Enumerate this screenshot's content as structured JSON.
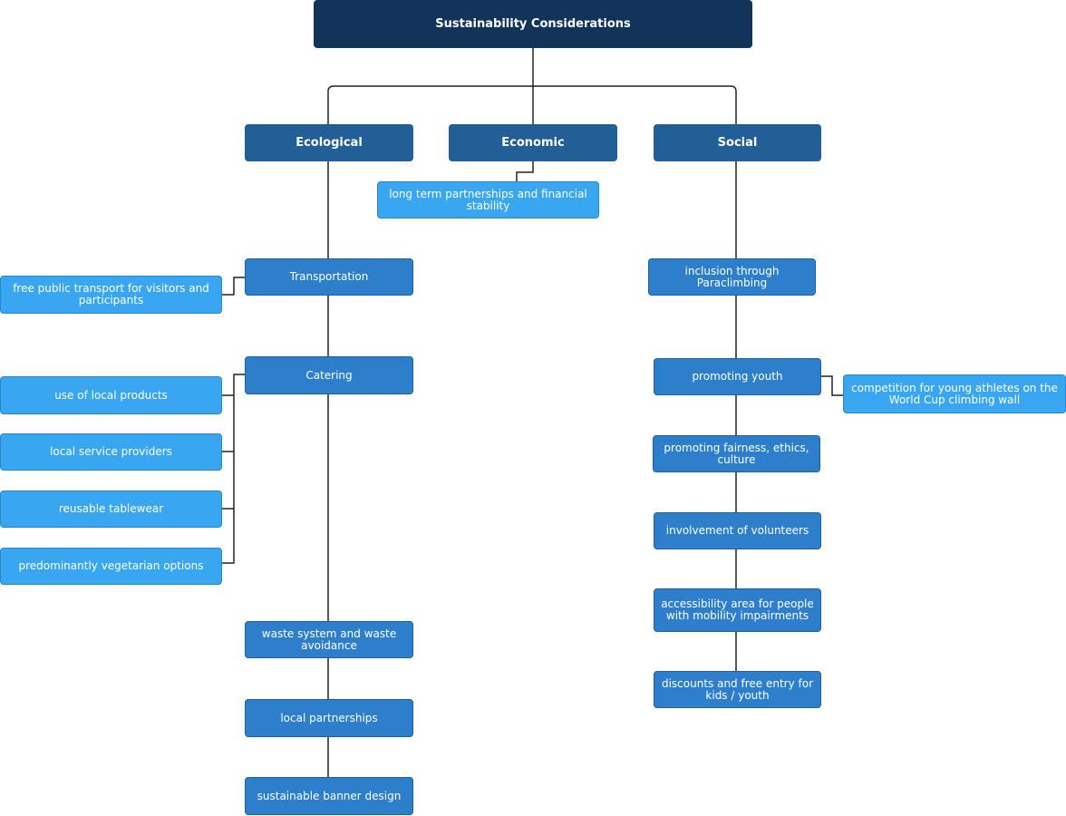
{
  "root": {
    "title": "Sustainability Considerations"
  },
  "categories": {
    "ecological": "Ecological",
    "economic": "Economic",
    "social": "Social"
  },
  "economic": {
    "partnerships": "long term partnerships and financial stability"
  },
  "ecological": {
    "transportation": "Transportation",
    "transport_detail": "free public transport for visitors and participants",
    "catering": "Catering",
    "catering_items": [
      "use of local products",
      "local service providers",
      "reusable tablewear",
      "predominantly vegetarian options"
    ],
    "waste": "waste system and waste avoidance",
    "local_partnerships": "local partnerships",
    "banner": "sustainable banner design"
  },
  "social": {
    "paraclimbing": "inclusion through Paraclimbing",
    "youth": "promoting youth",
    "youth_detail": "competition for young athletes on the World Cup climbing wall",
    "fairness": "promoting fairness, ethics, culture",
    "volunteers": "involvement of volunteers",
    "accessibility": "accessibility area for people with mobility impairments",
    "discounts": "discounts and free entry for kids / youth"
  },
  "colors": {
    "root": "#12345a",
    "category": "#215f96",
    "item": "#2e7fcb",
    "leaf": "#39a6f2",
    "connector": "#222222"
  }
}
